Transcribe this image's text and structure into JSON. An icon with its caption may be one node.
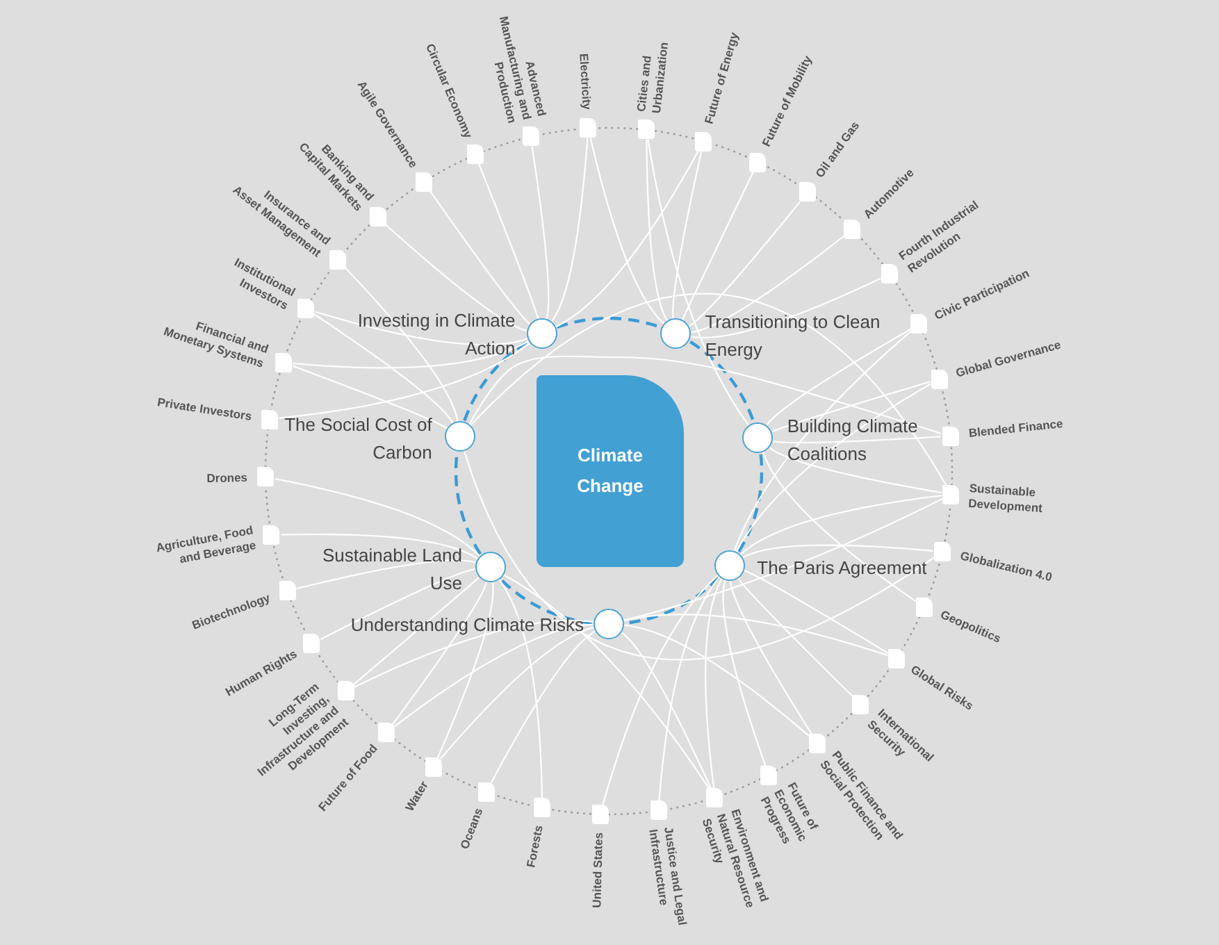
{
  "diagram": {
    "nodes": [
      {
        "text": [
          "Climate Change"
        ]
      },
      {
        "text": [
          "Investing in Climate Action"
        ]
      },
      {
        "text": [
          "Transitioning to Clean Energy"
        ]
      },
      {
        "text": [
          "The Social Cost of Carbon"
        ]
      },
      {
        "text": [
          "Building Climate Coalitions"
        ]
      },
      {
        "text": [
          "Sustainable Land Use"
        ]
      },
      {
        "text": [
          "The Paris Agreement"
        ]
      },
      {
        "text": [
          "Understanding Climate Risks"
        ]
      },
      {
        "text": [
          "Drones"
        ]
      },
      {
        "text": [
          "Private Investors"
        ]
      },
      {
        "text": [
          "Financial and Monetary Systems"
        ]
      },
      {
        "text": [
          "Institutional Investors"
        ]
      },
      {
        "text": [
          "Insurance and Asset Management"
        ]
      },
      {
        "text": [
          "Banking and Capital Markets"
        ]
      },
      {
        "text": [
          "Agile Governance"
        ]
      },
      {
        "text": [
          "Circular Economy"
        ]
      },
      {
        "text": [
          "Advanced Manufacturing and Production"
        ]
      },
      {
        "text": [
          "Electricity"
        ]
      },
      {
        "text": [
          "Cities and Urbanization"
        ]
      },
      {
        "text": [
          "Future of Energy"
        ]
      },
      {
        "text": [
          "Future of Mobility"
        ]
      },
      {
        "text": [
          "Oil and Gas"
        ]
      },
      {
        "text": [
          "Automotive"
        ]
      },
      {
        "text": [
          "Fourth Industrial Revolution"
        ]
      },
      {
        "text": [
          "Civic Participation"
        ]
      },
      {
        "text": [
          "Global Governance"
        ]
      },
      {
        "text": [
          "Blended Finance"
        ]
      },
      {
        "text": [
          "Sustainable Development"
        ]
      },
      {
        "text": [
          "Globalization 4.0"
        ]
      },
      {
        "text": [
          "Geopolitics"
        ]
      },
      {
        "text": [
          "Global Risks"
        ]
      },
      {
        "text": [
          "International Security"
        ]
      },
      {
        "text": [
          "Public Finance and Social Protection"
        ]
      },
      {
        "text": [
          "Future of Economic Progress"
        ]
      },
      {
        "text": [
          "Environment and Natural Resource Security"
        ]
      },
      {
        "text": [
          "Justice and Legal Infrastructure"
        ]
      },
      {
        "text": [
          "United States"
        ]
      },
      {
        "text": [
          "Forests"
        ]
      },
      {
        "text": [
          "Oceans"
        ]
      },
      {
        "text": [
          "Water"
        ]
      },
      {
        "text": [
          "Future of Food"
        ]
      },
      {
        "text": [
          "Long-Term Investing, Infrastructure and Development"
        ]
      },
      {
        "text": [
          "Human Rights"
        ]
      },
      {
        "text": [
          "Biotechnology"
        ]
      },
      {
        "text": [
          "Agriculture, Food and Beverage"
        ]
      }
    ],
    "edges": [
      {
        "from": 1,
        "to": 2,
        "arrow": "none",
        "style": "dashed",
        "color": "#3a9bd5"
      },
      {
        "from": 2,
        "to": 4,
        "arrow": "none",
        "style": "dashed",
        "color": "#3a9bd5"
      },
      {
        "from": 4,
        "to": 6,
        "arrow": "none",
        "style": "dashed",
        "color": "#3a9bd5"
      },
      {
        "from": 6,
        "to": 7,
        "arrow": "none",
        "style": "dashed",
        "color": "#3a9bd5"
      },
      {
        "from": 7,
        "to": 5,
        "arrow": "none",
        "style": "dashed",
        "color": "#3a9bd5"
      },
      {
        "from": 5,
        "to": 3,
        "arrow": "none",
        "style": "dashed",
        "color": "#3a9bd5"
      },
      {
        "from": 3,
        "to": 1,
        "arrow": "none",
        "style": "dashed",
        "color": "#3a9bd5"
      },
      {
        "from": 8,
        "to": 5,
        "arrow": "none"
      },
      {
        "from": 9,
        "to": 1,
        "arrow": "none"
      },
      {
        "from": 10,
        "to": 1,
        "arrow": "none"
      },
      {
        "from": 10,
        "to": 3,
        "arrow": "none"
      },
      {
        "from": 11,
        "to": 1,
        "arrow": "none"
      },
      {
        "from": 11,
        "to": 3,
        "arrow": "none"
      },
      {
        "from": 12,
        "to": 3,
        "arrow": "none"
      },
      {
        "from": 13,
        "to": 1,
        "arrow": "none"
      },
      {
        "from": 14,
        "to": 1,
        "arrow": "none"
      },
      {
        "from": 15,
        "to": 1,
        "arrow": "none"
      },
      {
        "from": 16,
        "to": 1,
        "arrow": "none"
      },
      {
        "from": 17,
        "to": 1,
        "arrow": "none"
      },
      {
        "from": 17,
        "to": 2,
        "arrow": "none"
      },
      {
        "from": 18,
        "to": 2,
        "arrow": "none"
      },
      {
        "from": 18,
        "to": 4,
        "arrow": "none"
      },
      {
        "from": 19,
        "to": 1,
        "arrow": "none"
      },
      {
        "from": 19,
        "to": 2,
        "arrow": "none"
      },
      {
        "from": 20,
        "to": 2,
        "arrow": "none"
      },
      {
        "from": 21,
        "to": 2,
        "arrow": "none"
      },
      {
        "from": 22,
        "to": 2,
        "arrow": "none"
      },
      {
        "from": 23,
        "to": 2,
        "arrow": "none"
      },
      {
        "from": 24,
        "to": 4,
        "arrow": "none"
      },
      {
        "from": 24,
        "to": 6,
        "arrow": "none"
      },
      {
        "from": 25,
        "to": 4,
        "arrow": "none"
      },
      {
        "from": 25,
        "to": 6,
        "arrow": "none"
      },
      {
        "from": 26,
        "to": 4,
        "arrow": "none"
      },
      {
        "from": 26,
        "to": 3,
        "arrow": "none"
      },
      {
        "from": 27,
        "to": 4,
        "arrow": "none"
      },
      {
        "from": 27,
        "to": 6,
        "arrow": "none"
      },
      {
        "from": 27,
        "to": 3,
        "arrow": "none"
      },
      {
        "from": 27,
        "to": 7,
        "arrow": "none"
      },
      {
        "from": 28,
        "to": 6,
        "arrow": "none"
      },
      {
        "from": 28,
        "to": 3,
        "arrow": "none"
      },
      {
        "from": 29,
        "to": 4,
        "arrow": "none"
      },
      {
        "from": 30,
        "to": 6,
        "arrow": "none"
      },
      {
        "from": 30,
        "to": 7,
        "arrow": "none"
      },
      {
        "from": 31,
        "to": 6,
        "arrow": "none"
      },
      {
        "from": 32,
        "to": 6,
        "arrow": "none"
      },
      {
        "from": 32,
        "to": 7,
        "arrow": "none"
      },
      {
        "from": 33,
        "to": 6,
        "arrow": "none"
      },
      {
        "from": 34,
        "to": 5,
        "arrow": "none"
      },
      {
        "from": 34,
        "to": 6,
        "arrow": "none"
      },
      {
        "from": 34,
        "to": 7,
        "arrow": "none"
      },
      {
        "from": 35,
        "to": 6,
        "arrow": "none"
      },
      {
        "from": 36,
        "to": 6,
        "arrow": "none"
      },
      {
        "from": 37,
        "to": 5,
        "arrow": "none"
      },
      {
        "from": 38,
        "to": 7,
        "arrow": "none"
      },
      {
        "from": 39,
        "to": 5,
        "arrow": "none"
      },
      {
        "from": 39,
        "to": 7,
        "arrow": "none"
      },
      {
        "from": 40,
        "to": 5,
        "arrow": "none"
      },
      {
        "from": 40,
        "to": 7,
        "arrow": "none"
      },
      {
        "from": 41,
        "to": 7,
        "arrow": "none"
      },
      {
        "from": 41,
        "to": 5,
        "arrow": "none"
      },
      {
        "from": 42,
        "to": 5,
        "arrow": "none"
      },
      {
        "from": 43,
        "to": 5,
        "arrow": "none"
      },
      {
        "from": 44,
        "to": 5,
        "arrow": "none"
      }
    ]
  }
}
